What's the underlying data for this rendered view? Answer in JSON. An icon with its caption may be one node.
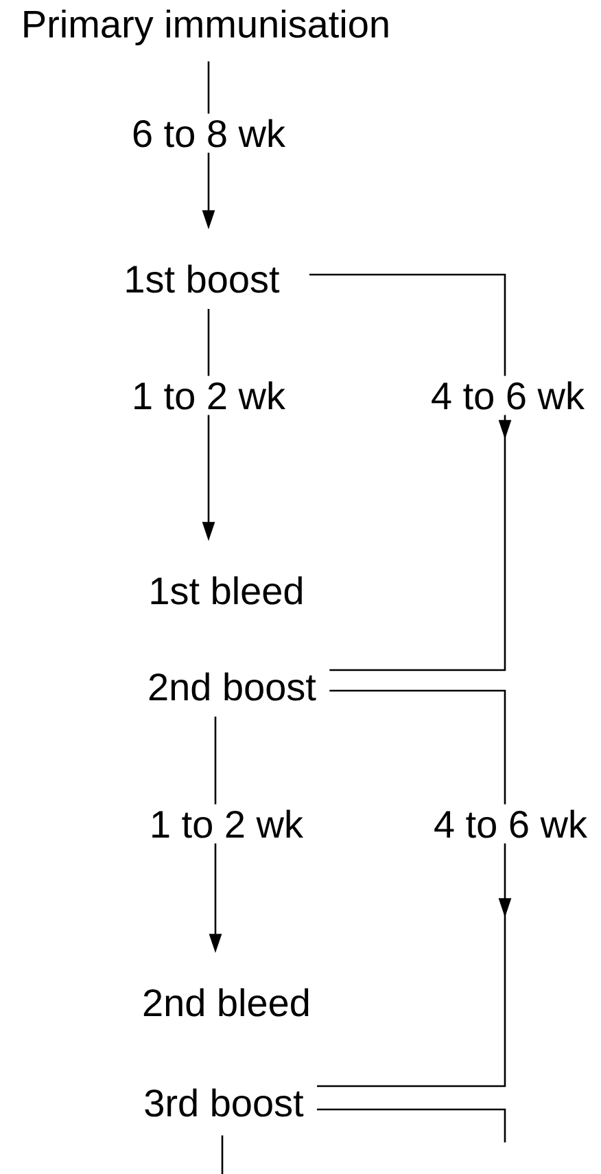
{
  "diagram": {
    "nodes": [
      {
        "text": [
          "Primary immunisation"
        ]
      },
      {
        "text": [
          "1st boost"
        ]
      },
      {
        "text": [
          "1st bleed"
        ]
      },
      {
        "text": [
          "2nd boost"
        ]
      },
      {
        "text": [
          "2nd bleed"
        ]
      },
      {
        "text": [
          "3rd boost"
        ]
      }
    ],
    "edges": [
      {
        "from": 0,
        "to": 1,
        "arrow": "to",
        "label": "6 to 8 wk"
      },
      {
        "from": 1,
        "to": 2,
        "arrow": "to",
        "label": "1 to 2 wk"
      },
      {
        "from": 1,
        "to": 3,
        "arrow": "to",
        "label": "4 to 6 wk"
      },
      {
        "from": 3,
        "to": 4,
        "arrow": "to",
        "label": "1 to 2 wk"
      },
      {
        "from": 3,
        "to": 5,
        "arrow": "to",
        "label": "4 to 6 wk"
      },
      {
        "from": 5,
        "to": null,
        "arrow": "none"
      },
      {
        "from": 5,
        "to": null,
        "arrow": "none"
      }
    ]
  }
}
